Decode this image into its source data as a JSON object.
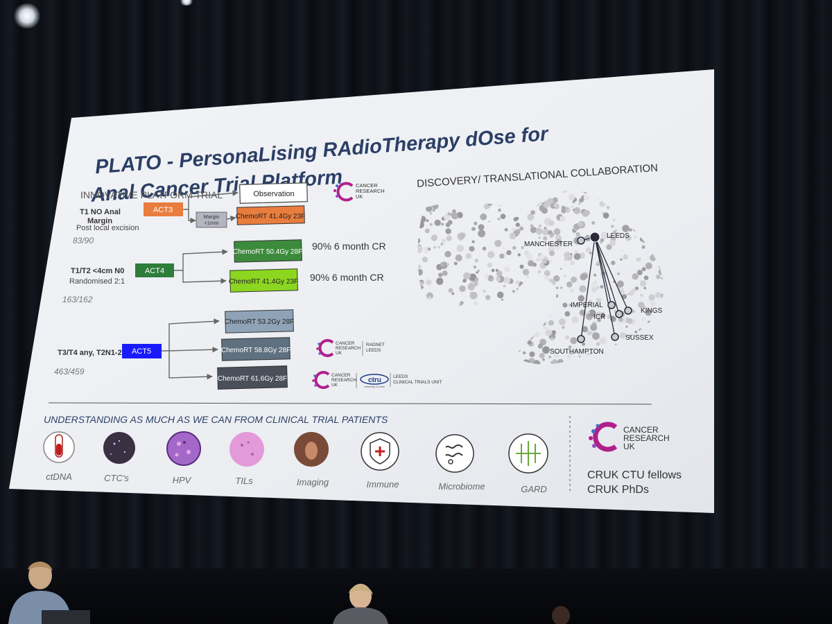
{
  "slide": {
    "title_line1": "PLATO - PersonaLising  RAdioTherapy dOse for",
    "title_line2": "Anal Cancer Trial Platform",
    "trial_header": "INNOVATIVE PLATFORM TRIAL",
    "logo_text": [
      "CANCER",
      "RESEARCH",
      "UK"
    ],
    "act3": {
      "label": "ACT3",
      "cohort_line1": "T1 NO Anal",
      "cohort_line2": "Margin",
      "cohort_line3": "Post local excision",
      "count": "83/90",
      "margin_line1": "Margin",
      "margin_line2": "<1mm",
      "arm_observation": "Observation",
      "arm_chemo": "ChemoRT 41.4Gy 23F"
    },
    "act4": {
      "label": "ACT4",
      "cohort_line1": "T1/T2 <4cm N0",
      "cohort_line2": "Randomised 2:1",
      "count": "163/162",
      "arm1": "ChemoRT 50.4Gy 28F",
      "arm2": "ChemoRT 41.4Gy 23F",
      "result1": "90% 6 month CR",
      "result2": "90% 6 month CR"
    },
    "act5": {
      "label": "ACT5",
      "cohort": "T3/T4 any, T2N1-2",
      "count": "463/459",
      "arm1": "ChemoRT 53.2Gy 28F",
      "arm2": "ChemoRT 58.8Gy 28F",
      "arm3": "ChemoRT 61.6Gy 28F"
    },
    "partner_radnet": [
      "RADNET",
      "LEEDS"
    ],
    "partner_ctru_logo": "ctru",
    "partner_ctru_sub": "University of Leeds",
    "partner_ctru": [
      "LEEDS",
      "CLINICAL TRIALS UNIT"
    ],
    "discovery_title": "DISCOVERY/ TRANSLATIONAL COLLABORATION",
    "map_sites": [
      "MANCHESTER",
      "LEEDS",
      "IMPERIAL",
      "ICR",
      "KINGS",
      "SUSSEX",
      "SOUTHAMPTON"
    ],
    "understanding_title": "UNDERSTANDING AS MUCH AS WE CAN FROM CLINICAL TRIAL PATIENTS",
    "icons": [
      "ctDNA",
      "CTC's",
      "HPV",
      "TILs",
      "Imaging",
      "Immune",
      "Microbiome",
      "GARD"
    ],
    "fellows_line1": "CRUK CTU fellows",
    "fellows_line2": "CRUK PhDs"
  },
  "colors": {
    "act3": "#e87d3e",
    "act4": "#2e7d3a",
    "act5": "#1a1aff",
    "arm_green_dark": "#3c8a3c",
    "arm_green_light": "#8cd620",
    "arm_slate": "#8fa3b8",
    "arm_slate_dark": "#5f7080",
    "arm_dark": "#4a4f5a",
    "cruk_magenta": "#b0208a",
    "title_blue": "#2b3f66"
  }
}
